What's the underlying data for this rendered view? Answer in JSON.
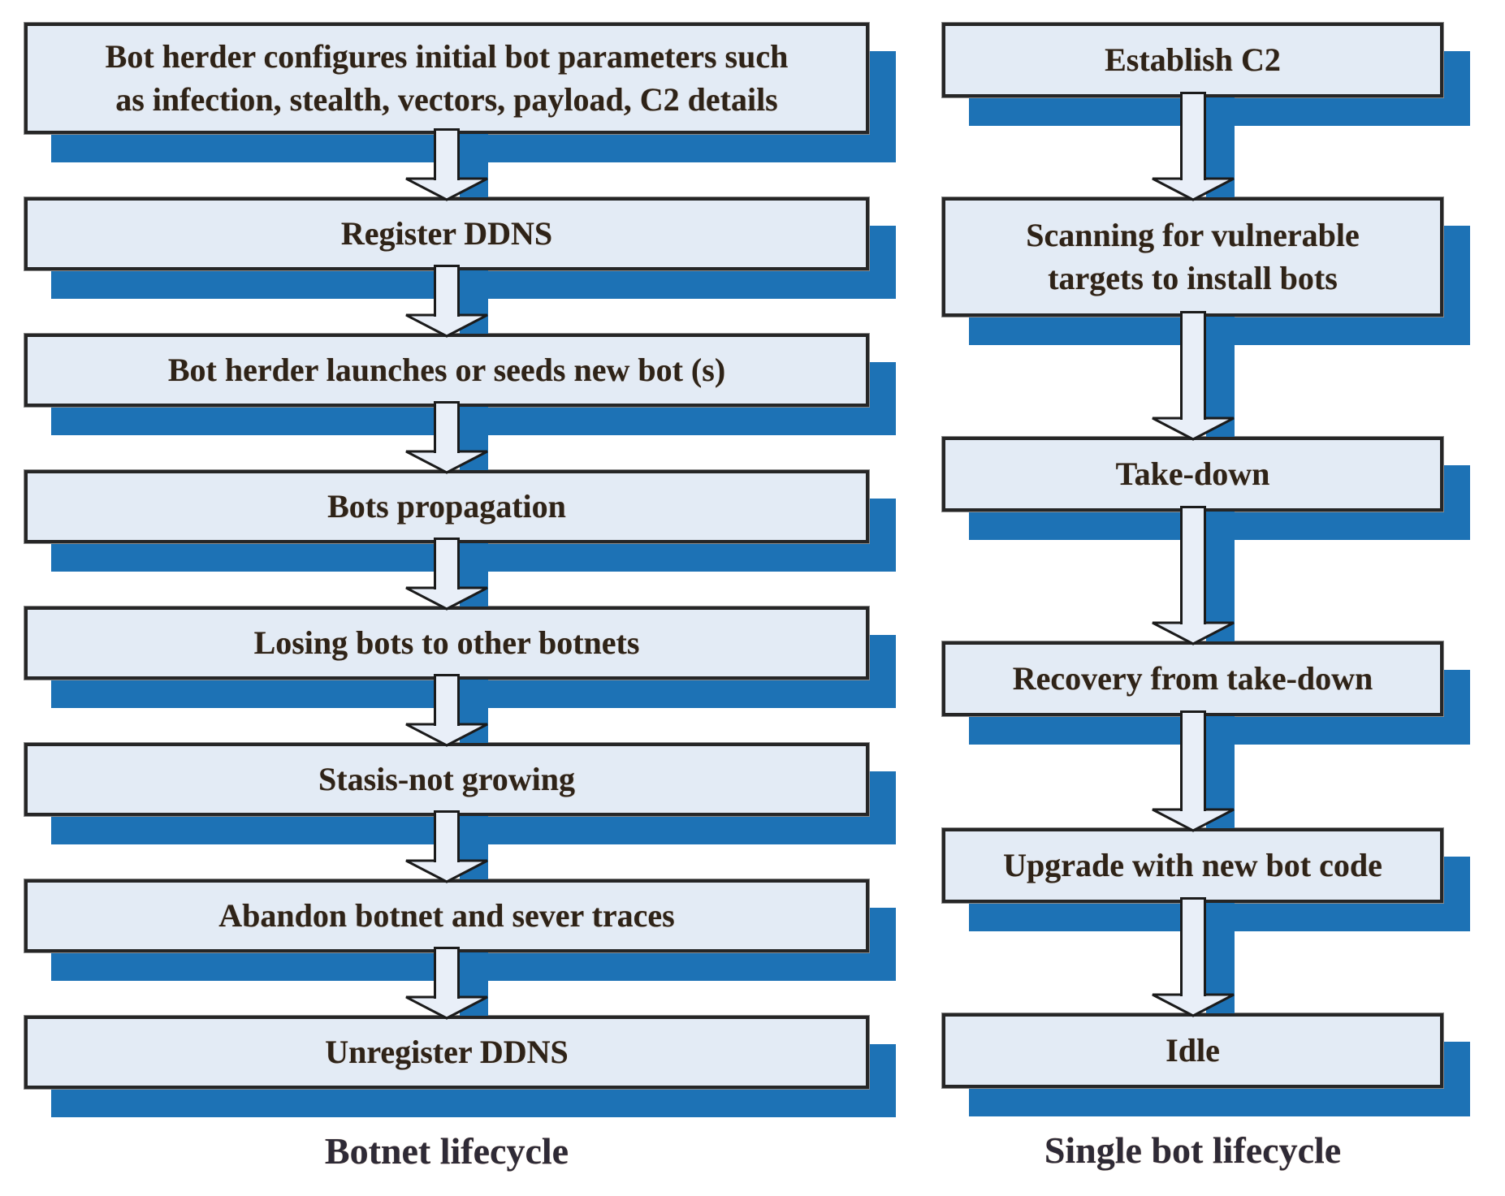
{
  "diagram": {
    "title": "Botnet and single bot lifecycle flowcharts",
    "colors": {
      "box_fill": "#e3ebf5",
      "box_border": "#262626",
      "shadow_blue": "#1d72b5",
      "arrow_fill": "#e9eff8",
      "arrow_outline": "#1b1b1b",
      "text": "#2e2318",
      "background": "#ffffff"
    },
    "columns": [
      {
        "id": "botnet-lifecycle",
        "caption": "Botnet lifecycle",
        "steps": [
          "Bot herder configures initial bot parameters such\nas infection, stealth, vectors, payload, C2 details",
          "Register DDNS",
          "Bot herder launches or seeds new bot (s)",
          "Bots propagation",
          "Losing bots to other botnets",
          "Stasis-not growing",
          "Abandon botnet and sever traces",
          "Unregister DDNS"
        ]
      },
      {
        "id": "single-bot-lifecycle",
        "caption": "Single bot lifecycle",
        "steps": [
          "Establish C2",
          "Scanning for vulnerable\ntargets to install bots",
          "Take-down",
          "Recovery from take-down",
          "Upgrade with new bot code",
          "Idle"
        ]
      }
    ]
  }
}
